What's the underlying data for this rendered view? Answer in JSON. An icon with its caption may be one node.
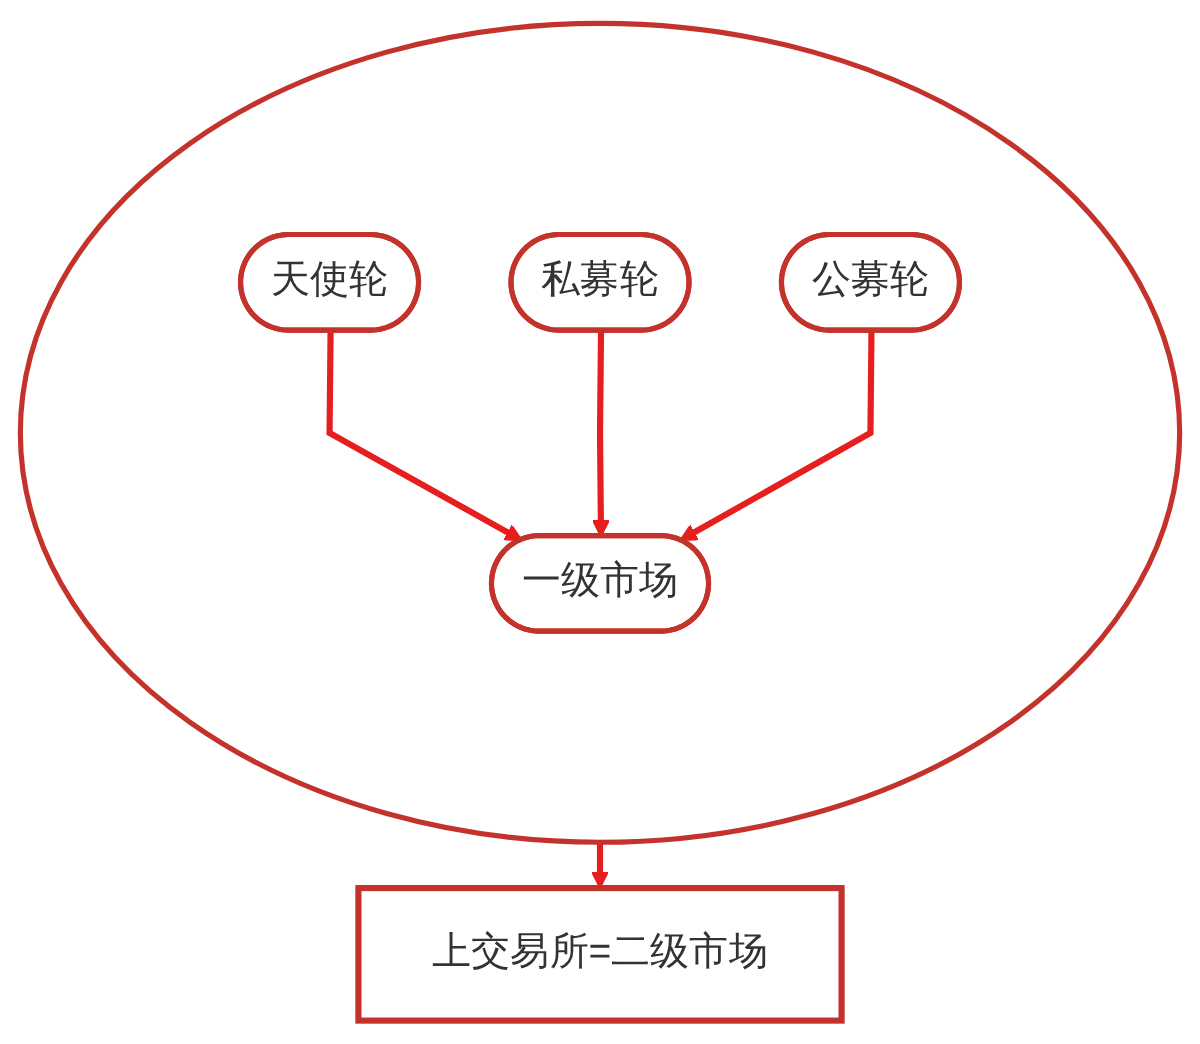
{
  "diagram": {
    "nodes": [
      {
        "text": [],
        "shape": "ellipse"
      },
      {
        "text": [
          "天使轮"
        ],
        "in": 0
      },
      {
        "text": [
          "私募轮"
        ],
        "in": 0
      },
      {
        "text": [
          "公募轮"
        ],
        "in": 0
      },
      {
        "text": [
          "一级市场"
        ],
        "in": 0
      },
      {
        "text": [
          "上交易所=二级市场"
        ]
      }
    ],
    "edges": [
      {
        "from": 1,
        "to": 4,
        "arrow": "to"
      },
      {
        "from": 2,
        "to": 4,
        "arrow": "to"
      },
      {
        "from": 3,
        "to": 4,
        "arrow": "to"
      },
      {
        "from": 0,
        "to": 5,
        "arrow": "to"
      }
    ]
  }
}
